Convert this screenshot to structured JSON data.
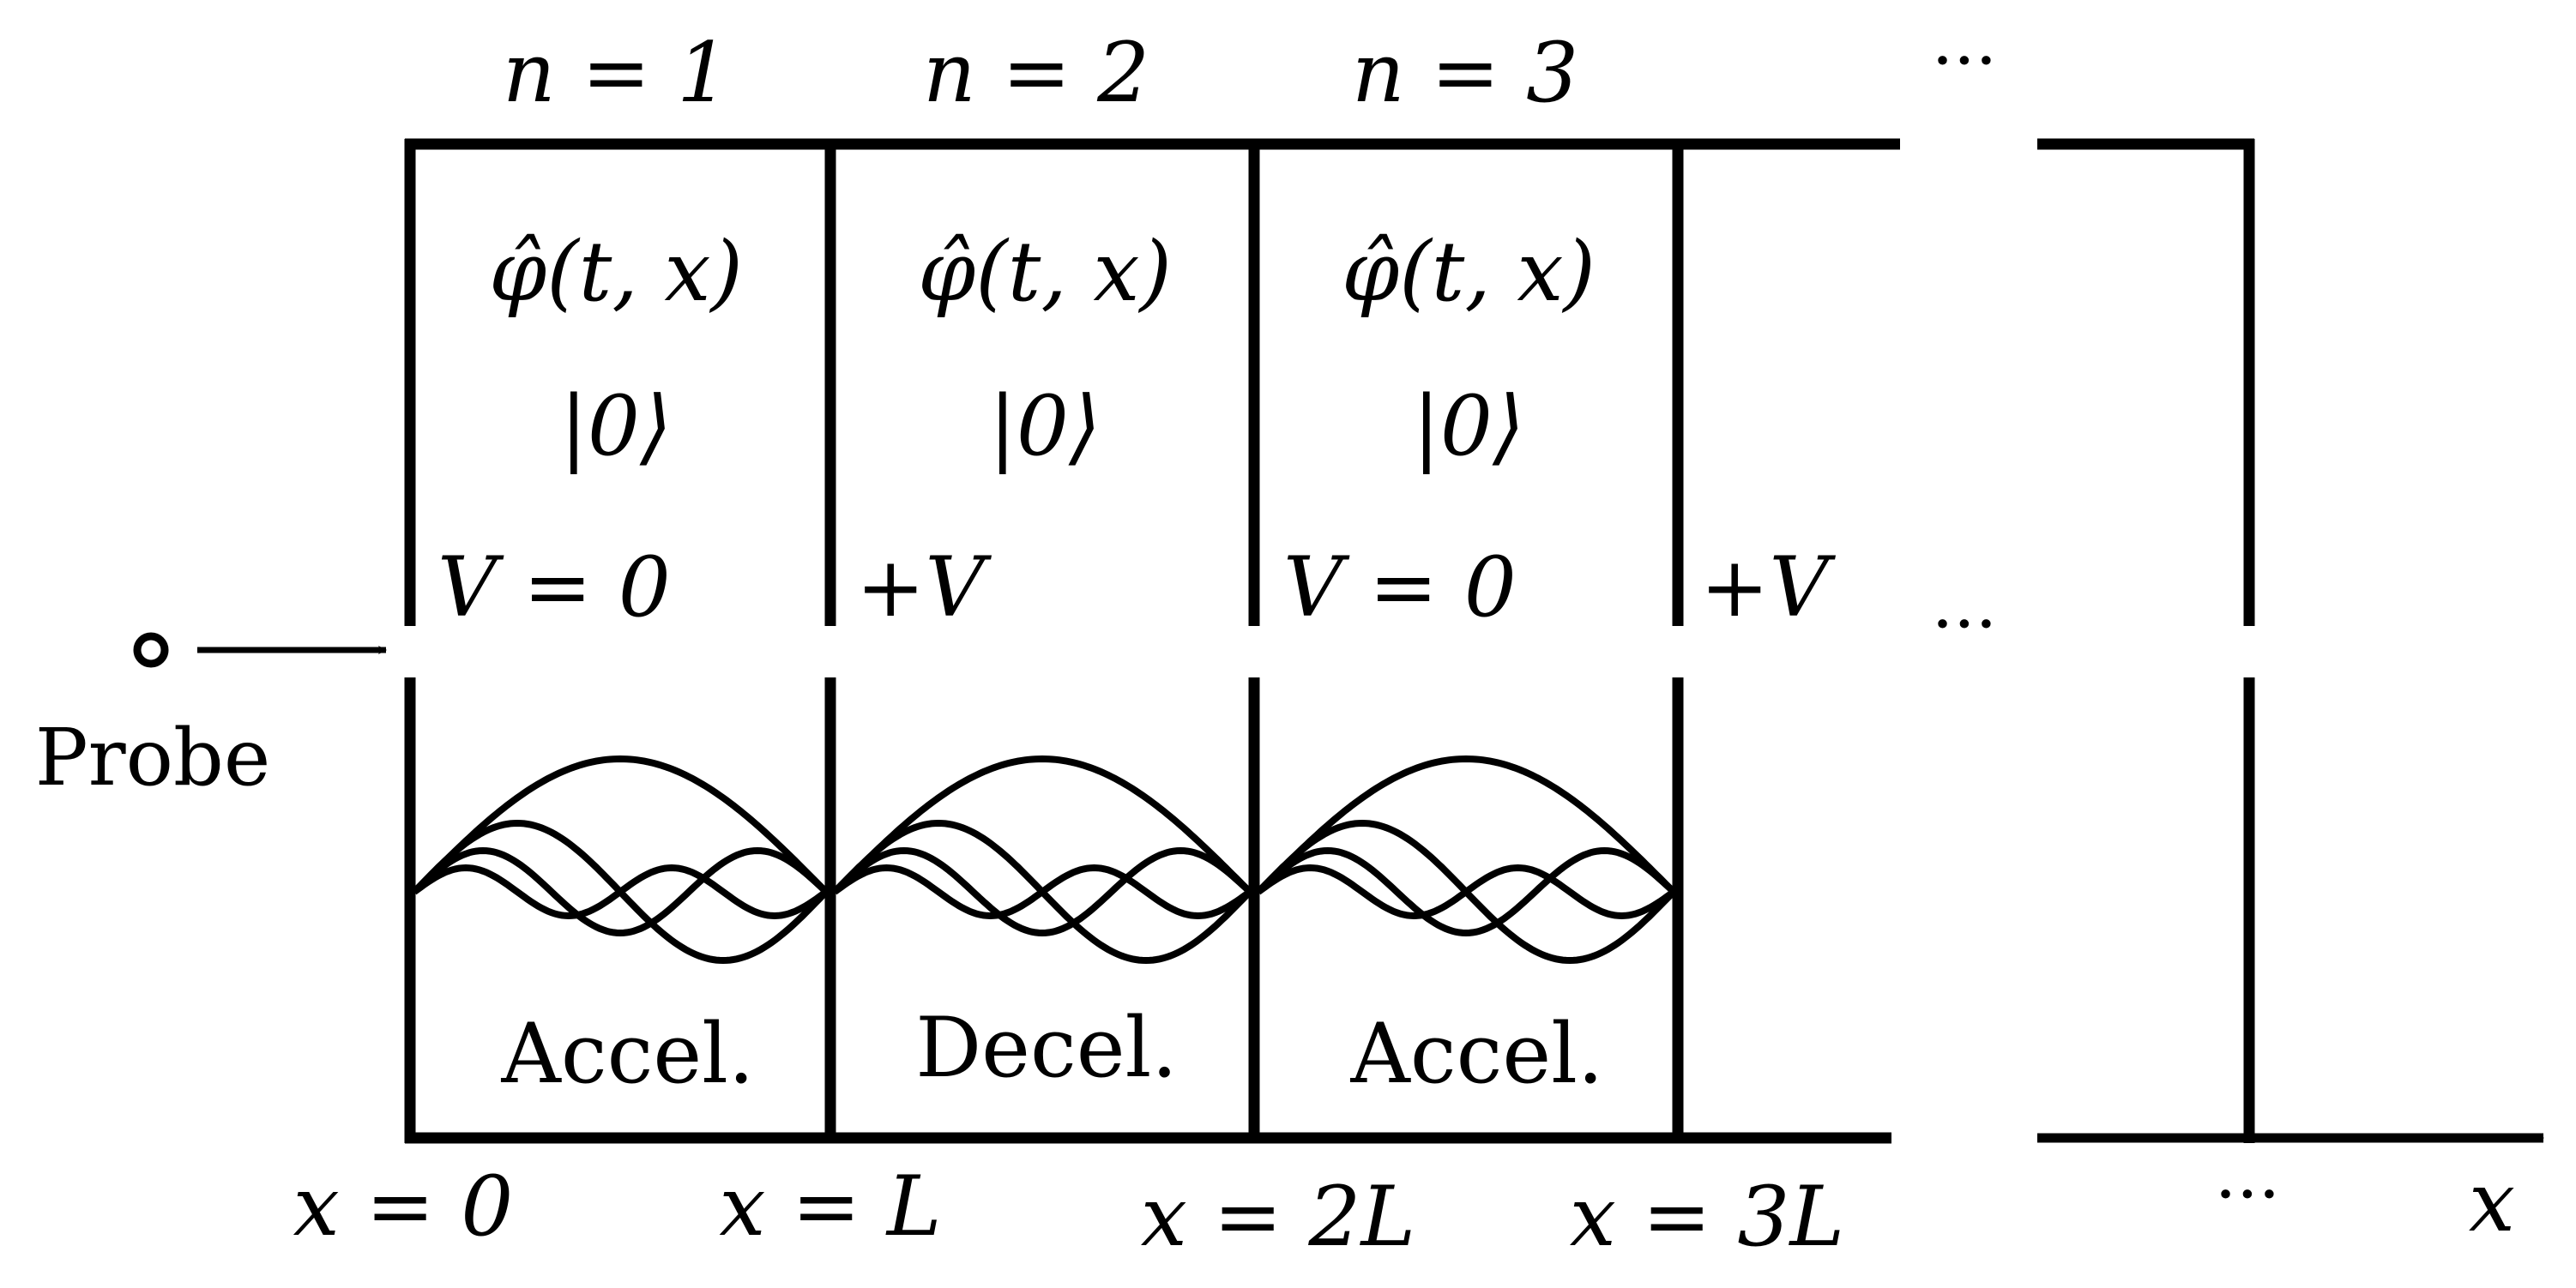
{
  "cells": [
    {
      "index_label": "n = 1",
      "field": "φ̂(t, x)",
      "state": "|0⟩",
      "potential": "V = 0",
      "regime": "Accel."
    },
    {
      "index_label": "n = 2",
      "field": "φ̂(t, x)",
      "state": "|0⟩",
      "potential": "+V",
      "regime": "Decel."
    },
    {
      "index_label": "n = 3",
      "field": "φ̂(t, x)",
      "state": "|0⟩",
      "potential": "V = 0",
      "regime": "Accel."
    },
    {
      "index_label": "",
      "field": "",
      "state": "",
      "potential": "+V",
      "regime": ""
    }
  ],
  "boundaries": [
    "x = 0",
    "x = L",
    "x = 2L",
    "x = 3L"
  ],
  "ellipsis": "···",
  "probe_label": "Probe",
  "axis_label": "x",
  "modes_per_cell": 4
}
